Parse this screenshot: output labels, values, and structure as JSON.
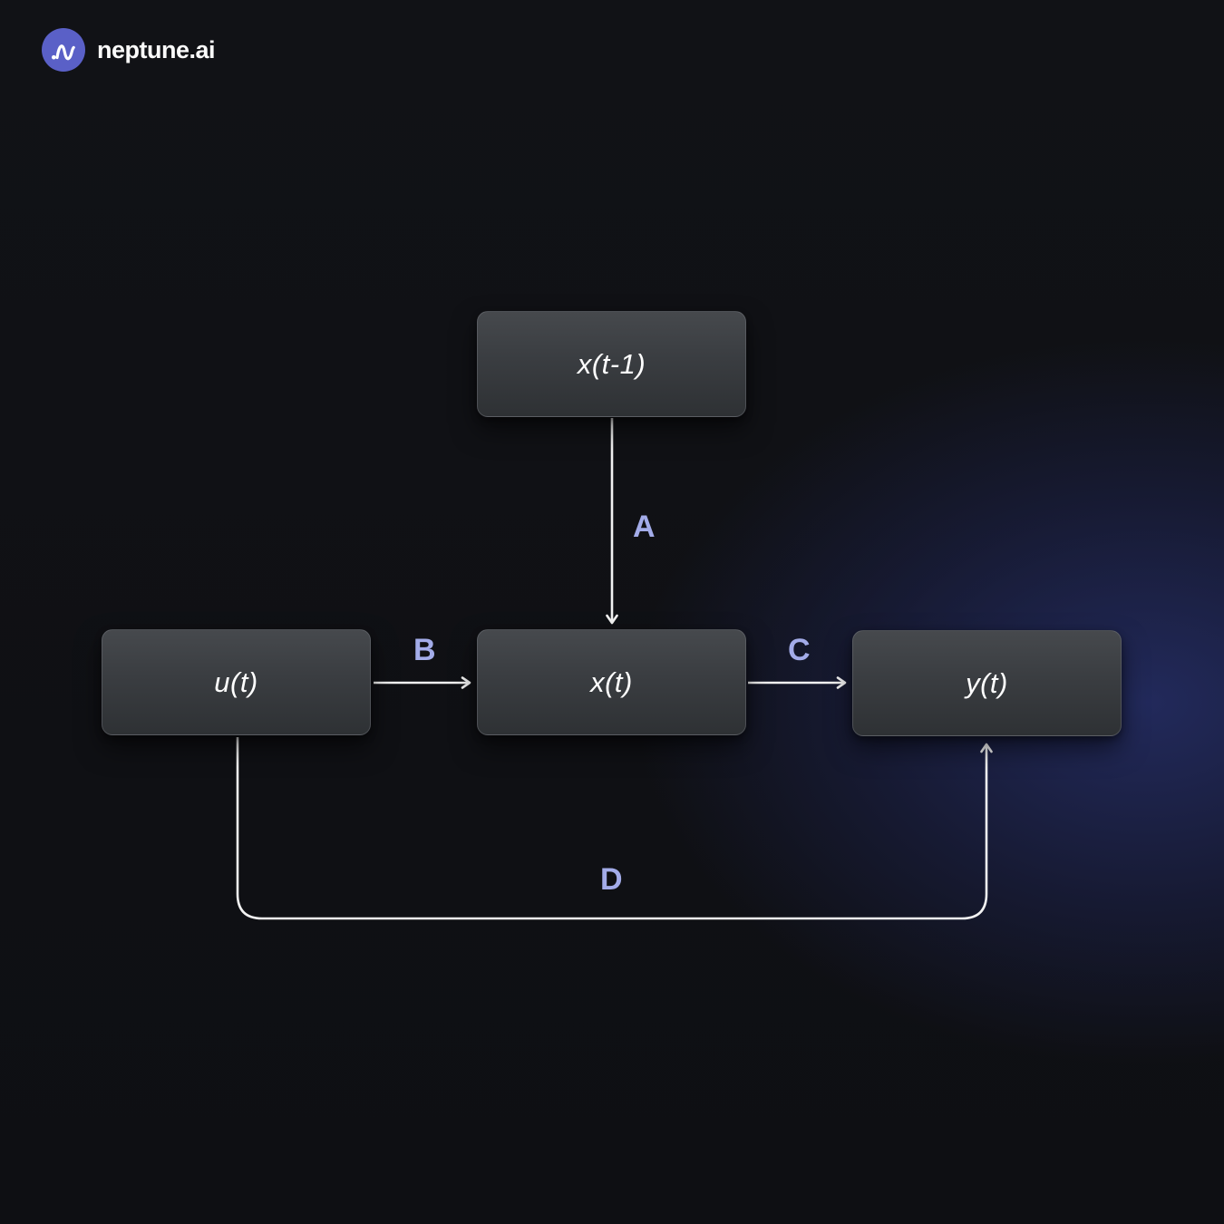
{
  "brand": {
    "name": "neptune.ai",
    "logo_icon": "wave-icon",
    "logo_color": "#5a60c7"
  },
  "colors": {
    "background_base": "#0e0f13",
    "background_glow": "#232b5f",
    "node_fill_top": "#46494d",
    "node_fill_bottom": "#2e3134",
    "node_text": "#ffffff",
    "edge_label": "#a3ace9",
    "arrow": "#f2f2f2"
  },
  "diagram": {
    "nodes": [
      {
        "id": "x-prev",
        "label": "x(t-1)"
      },
      {
        "id": "u",
        "label": "u(t)"
      },
      {
        "id": "x",
        "label": "x(t)"
      },
      {
        "id": "y",
        "label": "y(t)"
      }
    ],
    "edges": [
      {
        "id": "A",
        "label": "A",
        "from": "x(t-1)",
        "to": "x(t)"
      },
      {
        "id": "B",
        "label": "B",
        "from": "u(t)",
        "to": "x(t)"
      },
      {
        "id": "C",
        "label": "C",
        "from": "x(t)",
        "to": "y(t)"
      },
      {
        "id": "D",
        "label": "D",
        "from": "u(t)",
        "to": "y(t)"
      }
    ]
  }
}
